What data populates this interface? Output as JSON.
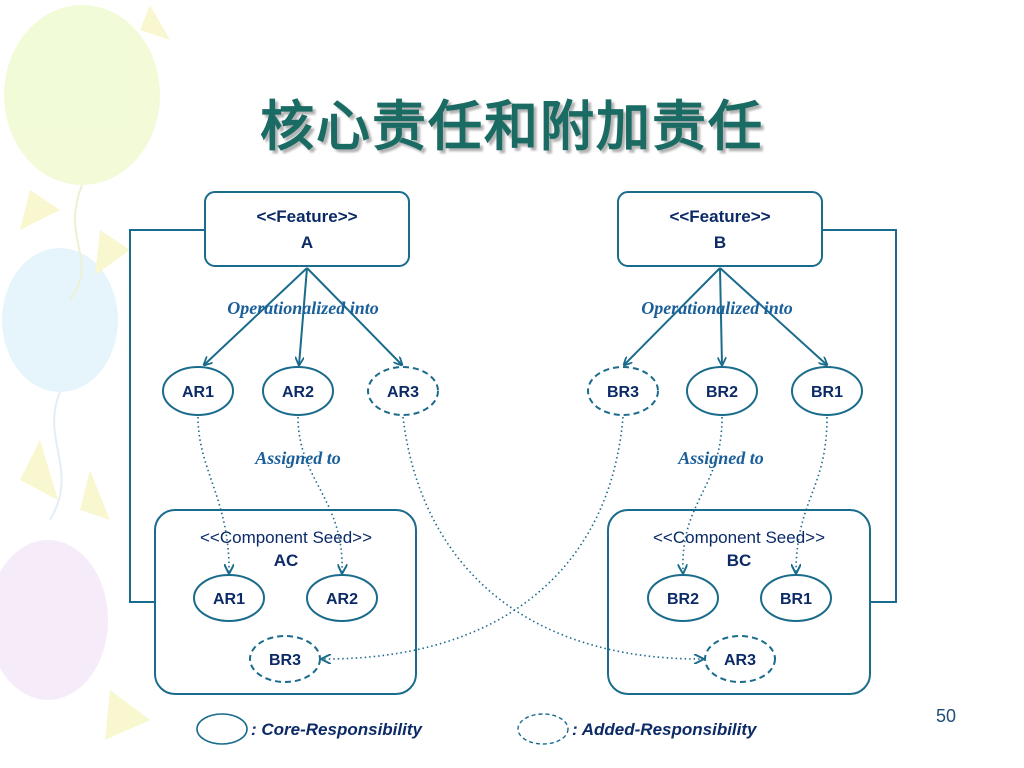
{
  "slide": {
    "title": "核心责任和附加责任",
    "page_number": "50"
  },
  "features": {
    "a": {
      "stereotype": "<<Feature>>",
      "name": "A"
    },
    "b": {
      "stereotype": "<<Feature>>",
      "name": "B"
    }
  },
  "components": {
    "ac": {
      "stereotype": "<<Component Seed>>",
      "name": "AC"
    },
    "bc": {
      "stereotype": "<<Component Seed>>",
      "name": "BC"
    }
  },
  "labels": {
    "operationalized_into": "Operationalized into",
    "assigned_to": "Assigned to"
  },
  "responsibilities": {
    "ar1": "AR1",
    "ar2": "AR2",
    "ar3": "AR3",
    "br1": "BR1",
    "br2": "BR2",
    "br3": "BR3"
  },
  "legend": {
    "core": ": Core-Responsibility",
    "added": ": Added-Responsibility"
  },
  "colors": {
    "title": "#1a6b63",
    "diagram_line": "#1a6b8c",
    "text": "#0b2a66",
    "label": "#1a5e9a"
  }
}
